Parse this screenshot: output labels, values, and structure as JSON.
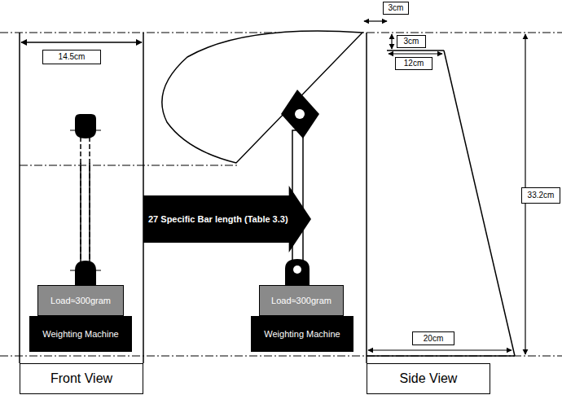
{
  "diagram": {
    "nodes": [
      {
        "text": [
          "14.5cm"
        ]
      },
      {
        "text": [
          "3cm"
        ]
      },
      {
        "text": [
          "3cm"
        ]
      },
      {
        "text": [
          "12cm"
        ]
      },
      {
        "text": [
          "33.2cm"
        ]
      },
      {
        "text": [
          "27 Specific Bar length (Table 3.3)"
        ]
      },
      {
        "text": [
          "Load≈300gram"
        ]
      },
      {
        "text": [
          "Weighting Machine"
        ]
      },
      {
        "text": [
          "Load≈300gram"
        ]
      },
      {
        "text": [
          "Weighting Machine"
        ]
      },
      {
        "text": [
          "20cm"
        ]
      },
      {
        "text": [
          "Front View"
        ]
      },
      {
        "text": [
          "Side View"
        ]
      }
    ]
  }
}
